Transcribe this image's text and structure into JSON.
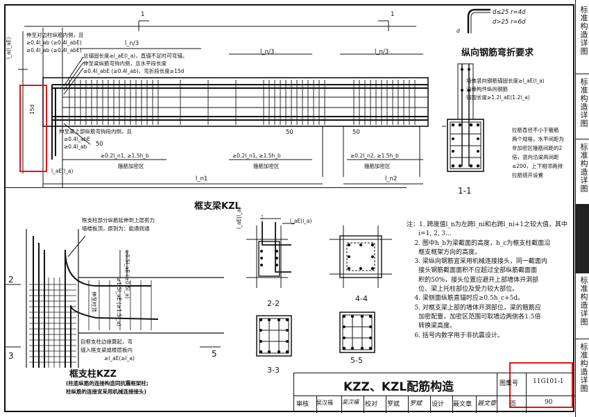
{
  "side_tabs": [
    "标准构造详图",
    "标准构造详图",
    "标准构造详图",
    "标准构造详图",
    "标准构造详图"
  ],
  "top_dims": {
    "la_lae": "l_a(l_aE)",
    "d15": "15d",
    "ln3_a": "l_n/3",
    "ln3_b": "l_n/3",
    "ln3_c": "l_n/3",
    "ln1": "l_n1",
    "ln2": "l_n2",
    "lae2": "l_aE(l_a)",
    "fifty_a": "50",
    "fifty_b": "50",
    "fifty_c": "50",
    "sec1_left": "1",
    "sec1_right": "1",
    "cross1": "≥0.2l_n1, ≥1.5h_b",
    "cross2": "≥0.2l_n1, ≥1.5h_b",
    "cross3": "≥0.2l_n2, ≥1.5h_b",
    "dense1": "箍筋加密区",
    "dense2": "箍筋加密区",
    "dense3": "箍筋加密区"
  },
  "top_annotations": {
    "a1": "伸至对边柱纵筋内侧，且",
    "a2": "≥0.4l_ab (≥0.4l_abE)",
    "a3": "≥0.4l_ab (≥0.4l_abE)",
    "a4": "总锚固长度≥l_aE(l_a)，直锚不足时可弯锚。",
    "a5": "伸至梁纵筋弯钩内侧，且水平段长度",
    "a6": "≥0.4l_abE (≥0.4l_ab)，弯折段长度≥15d",
    "a7": "伸至梁上部纵筋弯钩段内侧，且",
    "a8": "≥0.4l_abE",
    "a9": "≥0.4l_ab"
  },
  "bend": {
    "title": "纵向钢筋弯折要求",
    "r1": "d≤25  r=4d",
    "r2": "d>25  r=6d",
    "d": "d"
  },
  "section11": {
    "label": "1-1",
    "n1": "墙体竖向钢筋锚固长度≥l_aE(l_a)",
    "n2": "边缘构件纵向钢筋",
    "n3": "锚固长度≥1.2l_aE(1.2l_a)",
    "n4": "拉筋直径不小于箍筋",
    "n5": "两个规格，水平间距为",
    "n6": "非加密区箍筋间距的2",
    "n7": "倍，竖向沿梁高间距",
    "n8": "≤200，上下相邻两排",
    "n9": "拉筋错开设置"
  },
  "kzl_title": "框支梁KZL",
  "kzz": {
    "title": "框支柱KZZ",
    "sub1": "(柱底纵筋的连接构造同抗震框架柱;",
    "sub2": "柱纵筋的连接宜采用机械连接接头)",
    "n1": "框支柱部分纵筋延伸到上层剪力",
    "n2": "墙楼板顶，原则为：能通则通",
    "n3": "自框支柱边缘算起，弯",
    "n4": "锚入框支梁或楼层板内",
    "n5": "≥l_aE(≥l_a)",
    "v1": "≥0.5l_aE (≥0.5l_a)",
    "v2": "≥1.5l_aE (≥1.5l_a)",
    "v3": "伸至柱顶",
    "m2": "2",
    "m3": "3",
    "m5": "5"
  },
  "sections": {
    "s22": "2-2",
    "s33": "3-3",
    "s44": "4-4",
    "s55": "5-5",
    "lae_a": "l_aE(l_a)",
    "lae_b": "l_aE(l_a)"
  },
  "notes": [
    "注：1. 跨度值l_n为左跨l_ni和右跨l_ni+1之较大值，其中",
    "      i=1, 2, 3...",
    "    2. 图中h_b为梁截面的高度，h_c为框支柱截面沿",
    "      框支框架方向的高度。",
    "    3. 梁纵向钢筋宜采用机械连接接头，同一截面内",
    "      接头钢筋截面面积不应超过全部纵筋截面面",
    "      积的50%，接头位置应避开上部墙体开洞部",
    "      位、梁上托柱部位及受力较大部位。",
    "    4. 梁侧面纵筋直锚时应≥0.5h_c+5d。",
    "    5. 对框支梁上部的墙体开洞部位，梁的箍筋应",
    "      加密配置，加密区范围可取墙边两侧各1.5倍",
    "      转换梁高度。",
    "    6. 括号内数字用于非抗震设计。"
  ],
  "title_block": {
    "title": "KZZ、KZL配筋构造",
    "atlas_label": "图集号",
    "atlas_no": "11G101-1",
    "review_label": "审核",
    "review_name": "吴汉福",
    "review_sign": "吴汉福",
    "check_label": "校对",
    "check_name": "罗斌",
    "check_sign": "罗斌",
    "design_label": "设计",
    "design_name": "聂文章",
    "design_sign": "聂文章",
    "page_label": "页",
    "page_no": "90"
  },
  "colors": {
    "ink": "#111111",
    "highlight": "#e01515"
  }
}
